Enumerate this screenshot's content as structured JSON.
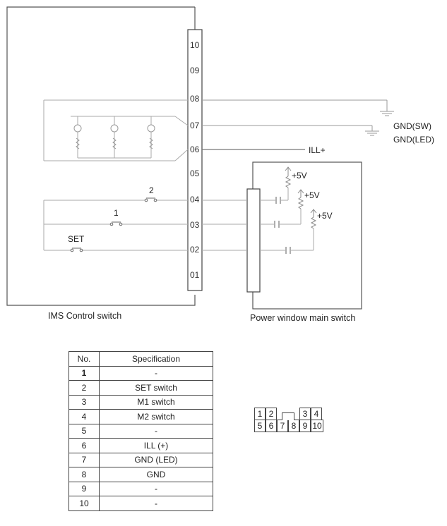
{
  "ims_pins": [
    "10",
    "09",
    "08",
    "07",
    "06",
    "05",
    "04",
    "03",
    "02",
    "01"
  ],
  "labels": {
    "gnd_sw": "GND(SW)",
    "gnd_led": "GND(LED)",
    "ill": "ILL+",
    "v5_1": "+5V",
    "v5_2": "+5V",
    "v5_3": "+5V",
    "sw2": "2",
    "sw1": "1",
    "set": "SET",
    "ims_caption": "IMS Control switch",
    "pw_caption": "Power window main switch"
  },
  "table": {
    "header_no": "No.",
    "header_spec": "Specification",
    "rows": [
      {
        "no": "1",
        "spec": "-"
      },
      {
        "no": "2",
        "spec": "SET switch"
      },
      {
        "no": "3",
        "spec": "M1 switch"
      },
      {
        "no": "4",
        "spec": "M2 switch"
      },
      {
        "no": "5",
        "spec": "-"
      },
      {
        "no": "6",
        "spec": "ILL (+)"
      },
      {
        "no": "7",
        "spec": "GND (LED)"
      },
      {
        "no": "8",
        "spec": "GND"
      },
      {
        "no": "9",
        "spec": "-"
      },
      {
        "no": "10",
        "spec": "-"
      }
    ]
  },
  "connector": {
    "top": [
      "1",
      "2",
      "",
      "",
      "3",
      "4"
    ],
    "bottom": [
      "5",
      "6",
      "7",
      "8",
      "9",
      "10"
    ]
  },
  "colors": {
    "line": "#9a9a9a",
    "dark": "#444444",
    "text": "#222222"
  }
}
